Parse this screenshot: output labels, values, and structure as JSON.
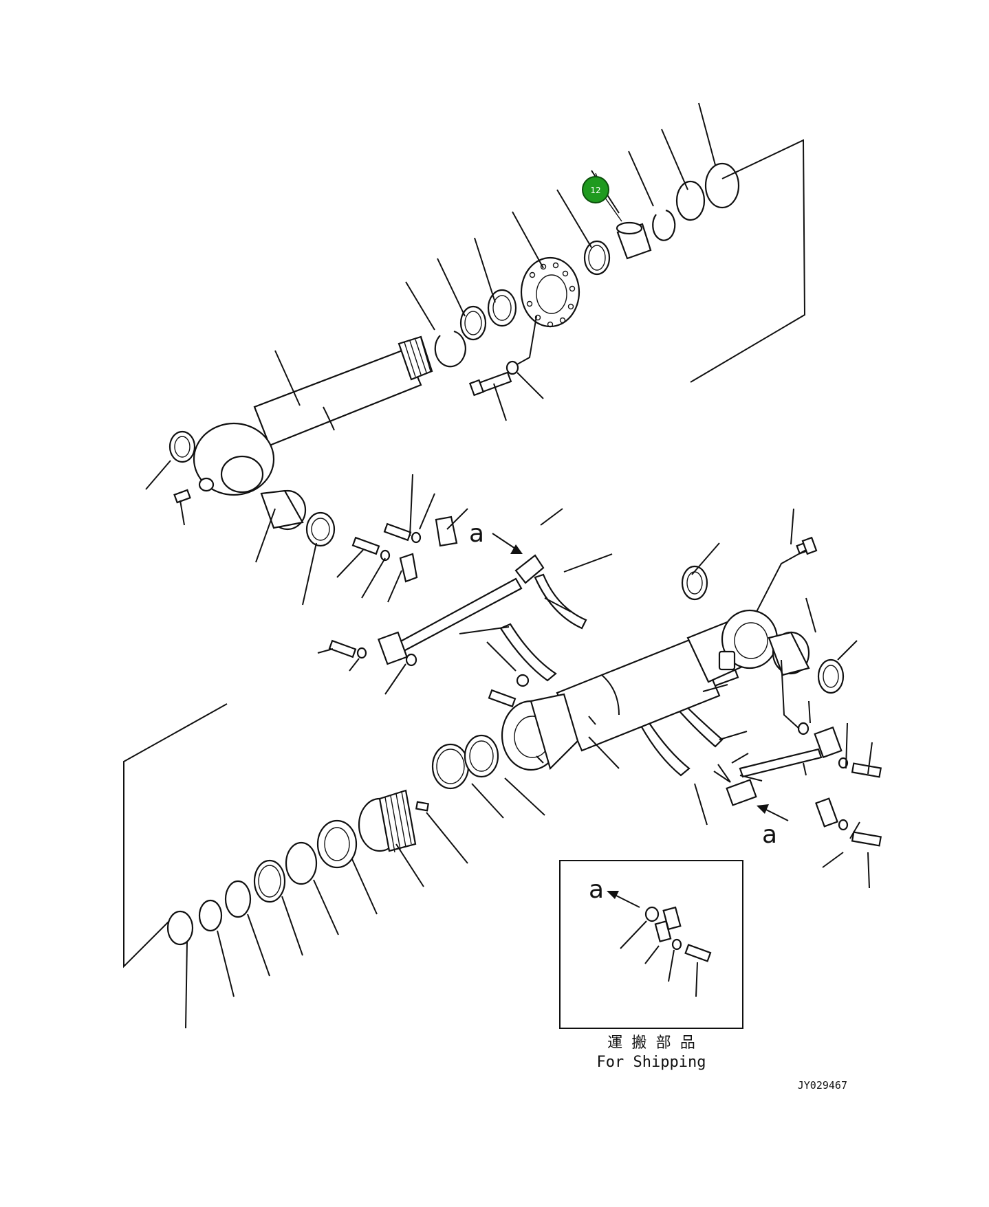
{
  "callout": {
    "number": "12",
    "color": "#1f9a1f"
  },
  "view_markers": {
    "label": "a"
  },
  "inset": {
    "label": "a",
    "caption_jp": "運 搬 部 品",
    "caption_en": "For Shipping"
  },
  "drawing_id": "JY029467",
  "colors": {
    "line": "#111111",
    "callout_fill": "#1f9a1f",
    "background": "#ffffff"
  }
}
